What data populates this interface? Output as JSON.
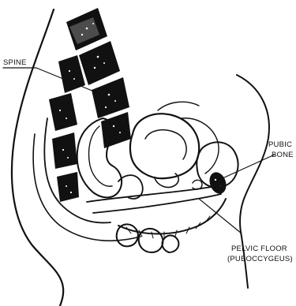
{
  "labels": {
    "spine": "SPINE",
    "pubic_bone_line1": "PUBIC",
    "pubic_bone_line2": "BONE",
    "pelvic_floor_line1": "PELVIC FLOOR",
    "pelvic_floor_line2": "(PUBOCCYGEUS)"
  },
  "colors": {
    "ink": "#111111",
    "paper": "#ffffff"
  }
}
